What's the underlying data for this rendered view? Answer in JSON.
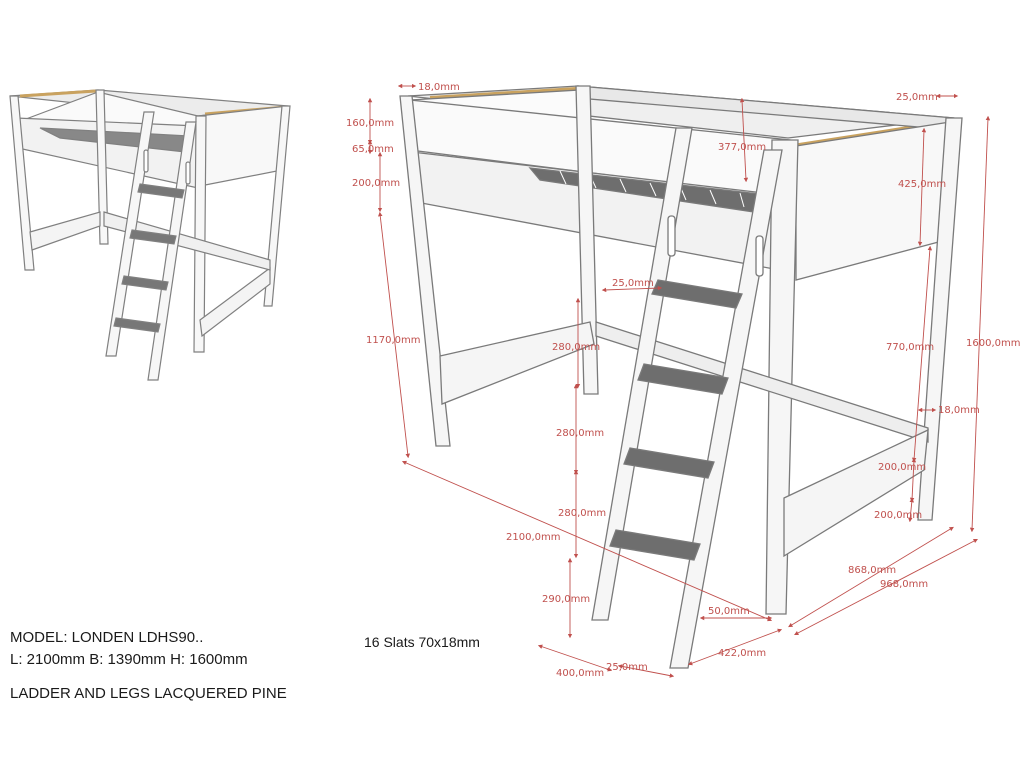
{
  "info": {
    "model": "MODEL: LONDEN LDHS90..",
    "dimensions": "L: 2100mm B: 1390mm H: 1600mm",
    "material": "LADDER AND LEGS LACQUERED PINE"
  },
  "slats_note": "16 Slats 70x18mm",
  "dims": {
    "top_post": "18,0mm",
    "top_right_post": "25,0mm",
    "rail_height": "160,0mm",
    "rail_gap": "65,0mm",
    "side_rail": "200,0mm",
    "inner_rail": "377,0mm",
    "head_panel": "425,0mm",
    "under_height": "1170,0mm",
    "step_depth": "25,0mm",
    "step_spacing_1": "280,0mm",
    "step_spacing_2": "280,0mm",
    "step_spacing_3": "280,0mm",
    "bottom_step": "290,0mm",
    "total_length": "2100,0mm",
    "leg_height": "770,0mm",
    "total_height": "1600,0mm",
    "leg_thickness": "18,0mm",
    "lower_rail_1": "200,0mm",
    "lower_rail_2": "200,0mm",
    "inner_width": "868,0mm",
    "outer_width": "968,0mm",
    "ladder_foot": "50,0mm",
    "ladder_offset": "422,0mm",
    "ladder_width": "400,0mm",
    "ladder_rail": "25,0mm"
  },
  "colors": {
    "line": "#7a7a7a",
    "panel": "#f4f4f4",
    "slat": "#6e6e6e",
    "accent": "#c9a25f",
    "dimension": "#c0504d"
  }
}
